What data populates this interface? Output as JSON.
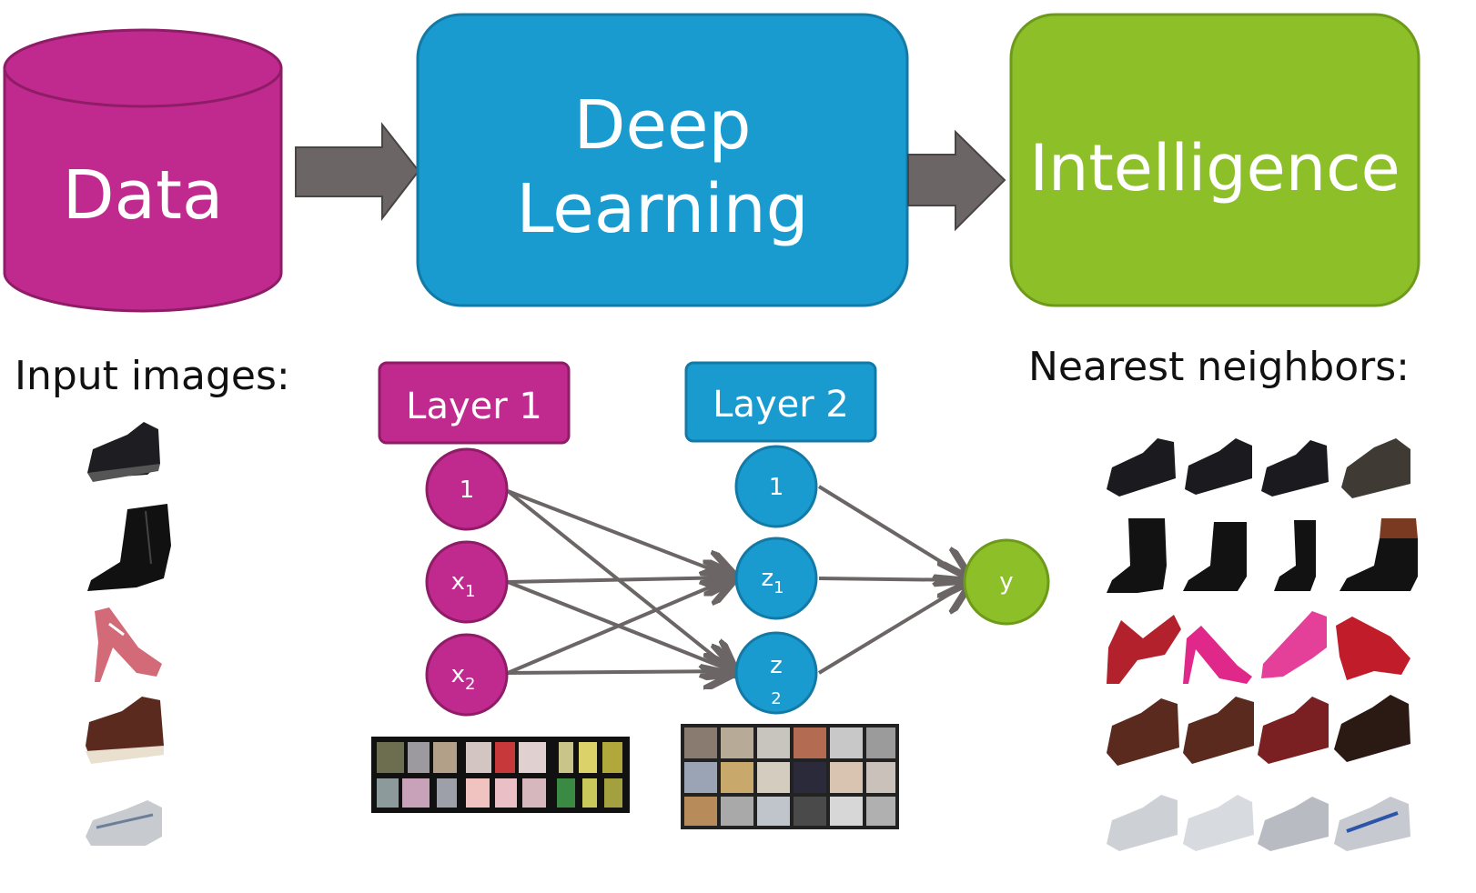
{
  "pipeline": {
    "data_label": "Data",
    "deep_line1": "Deep",
    "deep_line2": "Learning",
    "intelligence_label": "Intelligence"
  },
  "captions": {
    "input_images": "Input images:",
    "nearest_neighbors": "Nearest neighbors:"
  },
  "network": {
    "layer1_label": "Layer 1",
    "layer2_label": "Layer 2",
    "l1_nodes": {
      "one": "1",
      "x1": "x",
      "x1_sub": "1",
      "x2": "x",
      "x2_sub": "2"
    },
    "l2_nodes": {
      "one": "1",
      "z1": "z",
      "z1_sub": "1",
      "z2": "z",
      "z2_sub": "2"
    },
    "output": "y"
  },
  "colors": {
    "magenta": "#c02a8e",
    "blue": "#1a9bd0",
    "green": "#8cbf28",
    "arrow_gray": "#6b6565"
  },
  "shoe_rows": [
    "sneaker-black",
    "boot-black",
    "heel-red",
    "boat-shoe-brown",
    "running-shoe-white"
  ]
}
